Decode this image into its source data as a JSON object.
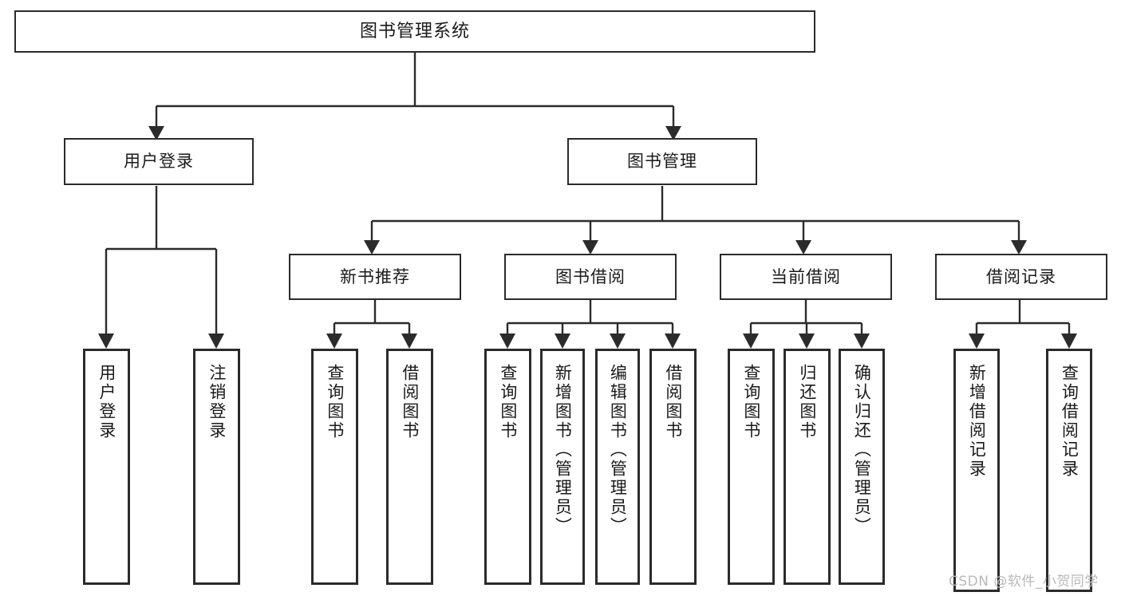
{
  "diagram": {
    "type": "tree",
    "title": "图书管理系统",
    "orientation": "top-down",
    "colors": {
      "box_border": "#2b2b2b",
      "box_fill": "#ffffff",
      "connector": "#2b2b2b",
      "text": "#1a1a1a",
      "watermark": "#b9b9b9"
    }
  },
  "root": {
    "label": "图书管理系统"
  },
  "level2": [
    {
      "label": "用户登录"
    },
    {
      "label": "图书管理"
    }
  ],
  "level3": [
    {
      "label": "新书推荐"
    },
    {
      "label": "图书借阅"
    },
    {
      "label": "当前借阅"
    },
    {
      "label": "借阅记录"
    }
  ],
  "leaves": [
    {
      "label": "用户登录",
      "parent": "用户登录"
    },
    {
      "label": "注销登录",
      "parent": "用户登录"
    },
    {
      "label": "查询图书",
      "parent": "新书推荐"
    },
    {
      "label": "借阅图书",
      "parent": "新书推荐"
    },
    {
      "label": "查询图书",
      "parent": "图书借阅"
    },
    {
      "label": "新增图书（管理员）",
      "parent": "图书借阅"
    },
    {
      "label": "编辑图书（管理员）",
      "parent": "图书借阅"
    },
    {
      "label": "借阅图书",
      "parent": "图书借阅"
    },
    {
      "label": "查询图书",
      "parent": "当前借阅"
    },
    {
      "label": "归还图书",
      "parent": "当前借阅"
    },
    {
      "label": "确认归还（管理员）",
      "parent": "当前借阅"
    },
    {
      "label": "新增借阅记录",
      "parent": "借阅记录"
    },
    {
      "label": "查询借阅记录",
      "parent": "借阅记录"
    }
  ],
  "watermark": {
    "text": "CSDN @软件_小贺同学"
  }
}
